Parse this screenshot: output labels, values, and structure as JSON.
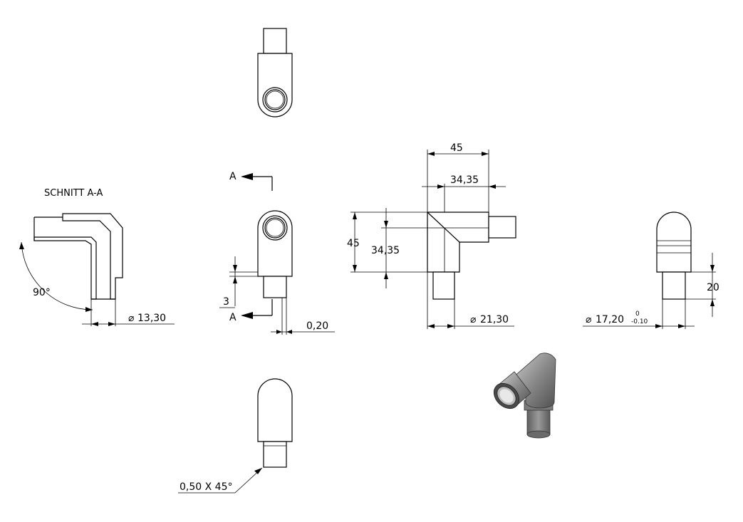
{
  "section": {
    "title": "SCHNITT A-A",
    "angle_label": "90°",
    "diameter_label": "13,30"
  },
  "front": {
    "section_letter_top": "A",
    "section_letter_bottom": "A",
    "dim_3": "3",
    "dim_offset": "0,20"
  },
  "side": {
    "dim_width_total": "45",
    "dim_width_inner": "34,35",
    "dim_height_total": "45",
    "dim_height_inner": "34,35",
    "diameter_label": "21,30"
  },
  "right": {
    "diameter_label": "17,20",
    "tol_upper": "0",
    "tol_lower": "-0.10",
    "dim_length": "20"
  },
  "bottom": {
    "chamfer_label": "0,50 X 45°"
  },
  "symbols": {
    "diameter": "⌀"
  }
}
